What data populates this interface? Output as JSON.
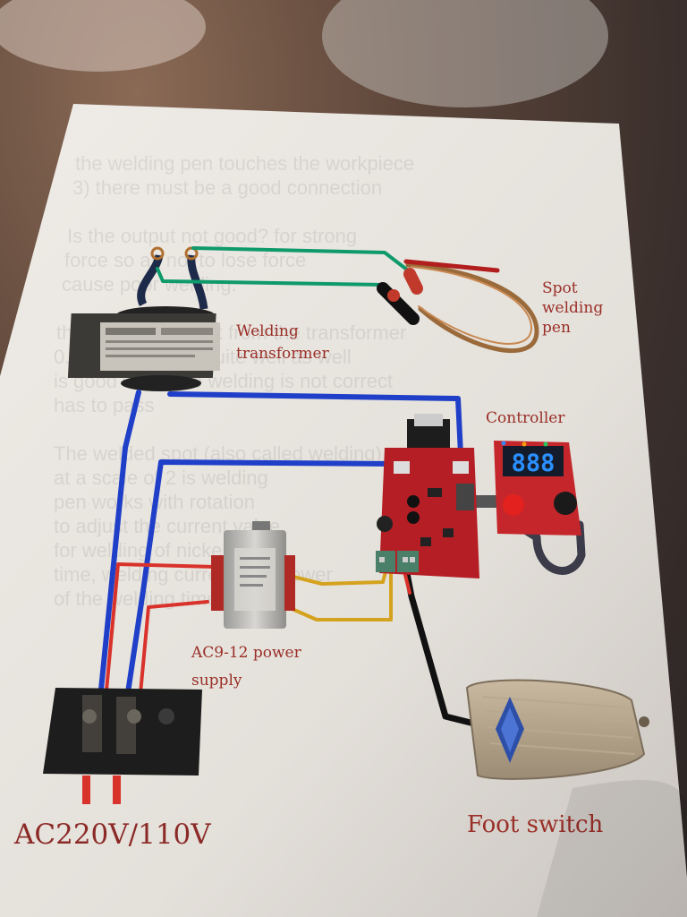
{
  "labels": {
    "spot_welding_pen": [
      "Spot",
      "welding",
      "pen"
    ],
    "welding_transformer": [
      "Welding",
      "transformer"
    ],
    "controller": "Controller",
    "power_supply": [
      "AC9-12 power",
      "supply"
    ],
    "mains": "AC220V/110V",
    "foot_switch": "Foot switch"
  },
  "display": {
    "readout": "888"
  },
  "background_text": [
    "the welding pen touches the workpiece",
    "3) there must be a good connection",
    "",
    "Is the output not good? for strong",
    "force so as not to lose force",
    "cause poor welding.",
    "",
    "the welding current from the transformer",
    "0.15 short circuit quite well as well",
    "is good when the welding is not correct",
    "has to pass",
    "",
    "The welded spot (also called welding)",
    "at a scale of 2 is welding",
    "pen works with rotation",
    "to adjust the current value",
    "for welding of nickel",
    "time, welding current and power",
    "of the welding times"
  ],
  "colors": {
    "paper": "#e9e5df",
    "label_text": "#9a2f28",
    "mains_text": "#8b2a27",
    "wire_blue": "#1f3fc9",
    "wire_green": "#0f9a6b",
    "wire_red": "#d9322b",
    "wire_yellow": "#d4a21d",
    "board_red": "#b51e24",
    "seg_blue": "#2a8fff"
  },
  "icons": [
    "diamond-icon"
  ]
}
